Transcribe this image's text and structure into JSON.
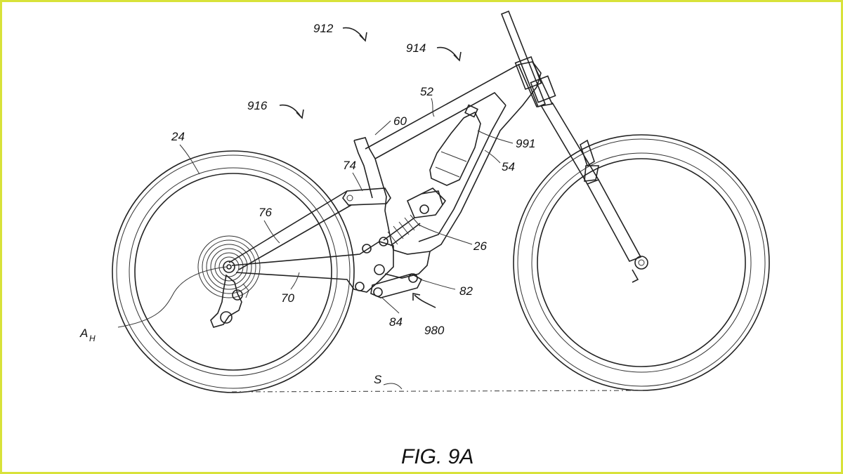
{
  "figure": {
    "caption": "FIG. 9A",
    "labels": {
      "r912": "912",
      "r914": "914",
      "r916": "916",
      "r52": "52",
      "r60": "60",
      "r991": "991",
      "r54": "54",
      "r24": "24",
      "r74": "74",
      "r76": "76",
      "r26": "26",
      "r82": "82",
      "r70": "70",
      "r84": "84",
      "r980": "980",
      "ah_main": "A",
      "ah_sub": "H",
      "s": "S"
    }
  },
  "colors": {
    "border": "#d8e23a",
    "line": "#222222",
    "background": "#ffffff"
  }
}
